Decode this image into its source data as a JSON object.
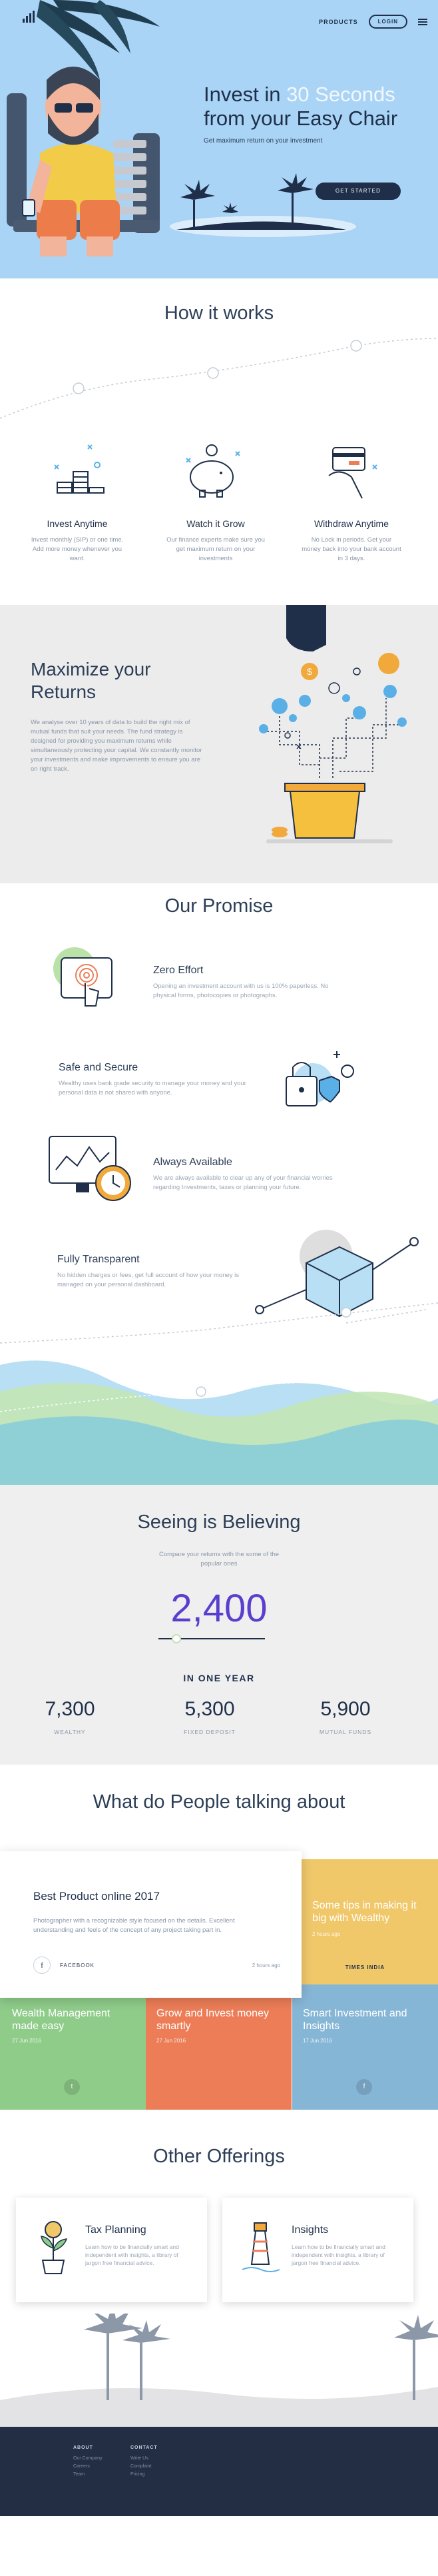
{
  "nav": {
    "products": "PRODUCTS",
    "login": "LOGIN"
  },
  "hero": {
    "title_line1_pre": "Invest in ",
    "title_line1_accent": "30 Seconds",
    "title_line2": "from your Easy Chair",
    "subtitle": "Get maximum return on your investment",
    "cta": "GET STARTED"
  },
  "how": {
    "title": "How it works",
    "steps": [
      {
        "title": "Invest Anytime",
        "text": "Invest monthly (SIP) or one time. Add more money whenever you want."
      },
      {
        "title": "Watch it Grow",
        "text": "Our finance experts make sure you get maximum return on your investments"
      },
      {
        "title": "Withdraw Anytime",
        "text": "No Lock in periods. Get your money back into your bank account in 3 days."
      }
    ]
  },
  "maximize": {
    "title": "Maximize your Returns",
    "text": "We analyse over 10 years of data to build the right mix of mutual funds that suit your needs. The fund strategy is designed for providing you maximum returns while simultaneously protecting your capital. We constantly monitor your investments and make improvements to ensure you are on right track."
  },
  "promise": {
    "title": "Our Promise",
    "features": [
      {
        "title": "Zero Effort",
        "text": "Opening an investment account with us is 100% paperless. No physical forms, photocopies or photographs."
      },
      {
        "title": "Safe and Secure",
        "text": "Wealthy uses bank grade security to manage your money and your personal data is not shared with anyone."
      },
      {
        "title": "Always Available",
        "text": "We are always available to clear up any of your financial worries regarding Investments, taxes or planning your future."
      },
      {
        "title": "Fully Transparent",
        "text": "No hidden charges or fees, get full account of how your money is managed on your personal dashboard."
      }
    ]
  },
  "seeing": {
    "title": "Seeing is Believing",
    "subtitle": "Compare your returns with the some of the popular ones",
    "amount": "2,400",
    "slider_level": 0.17,
    "period": "IN ONE YEAR",
    "stats": [
      {
        "value": "7,300",
        "label": "WEALTHY"
      },
      {
        "value": "5,300",
        "label": "FIXED DEPOSIT"
      },
      {
        "value": "5,900",
        "label": "MUTUAL FUNDS"
      }
    ]
  },
  "talk": {
    "title": "What do People talking about",
    "main": {
      "title": "Best Product online 2017",
      "text": "Photographer with a recognizable style focused on the details. Excellent understanding and feels of the concept of any project taking part in.",
      "source": "FACEBOOK",
      "ago": "2 hours ago"
    },
    "featured": {
      "title": "Some tips in making it big with Wealthy",
      "ago": "2 hours ago",
      "source": "TIMES INDIA"
    },
    "tiles": [
      {
        "title": "Wealth Management made easy",
        "date": "27 Jun 2016",
        "icon": "twitter-icon"
      },
      {
        "title": "Grow and Invest money smartly",
        "date": "27 Jun 2016",
        "icon": ""
      },
      {
        "title": "Smart Investment and Insights",
        "date": "17 Jun 2016",
        "icon": "facebook-icon"
      }
    ],
    "colors": {
      "yellow": "#f0c86a",
      "green": "#8fcc8a",
      "orange": "#ec7d57",
      "blue": "#86b6d6"
    }
  },
  "other": {
    "title": "Other Offerings",
    "offers": [
      {
        "title": "Tax Planning",
        "text": "Learn how to be financially smart and independent with insights, a library of jargon free financial advice."
      },
      {
        "title": "Insights",
        "text": "Learn how to be financially smart and independent with insights, a library of jargon free financial advice."
      }
    ]
  },
  "footer": {
    "about": "ABOUT",
    "about_items": [
      "Our Company",
      "Careers",
      "Team"
    ],
    "contact": "CONTACT",
    "contact_items": [
      "Write Us",
      "Complaint",
      "Pricing"
    ]
  }
}
